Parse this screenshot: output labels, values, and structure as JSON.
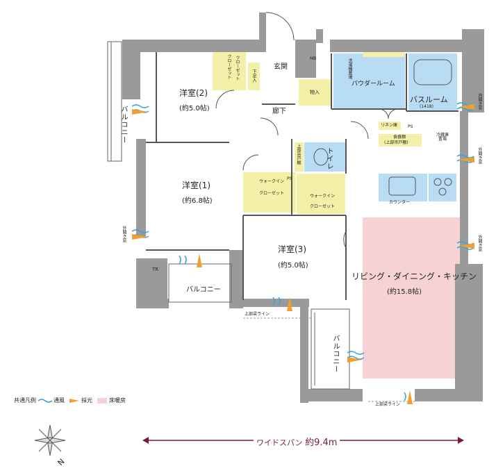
{
  "rooms": {
    "western2": {
      "name": "洋室(2)",
      "area": "(約5.0帖)"
    },
    "western1": {
      "name": "洋室(1)",
      "area": "(約6.8帖)"
    },
    "western3": {
      "name": "洋室(3)",
      "area": "(約5.0帖)"
    },
    "ldk": {
      "name": "リビング・ダイニング・キッチン",
      "area": "(約15.8帖)"
    },
    "bath": {
      "name": "バスルーム",
      "size": "(1418)"
    },
    "powder": "パウダールーム",
    "toilet": "トイレ",
    "entrance": "玄関",
    "hallway": "廊下",
    "storage": "物入",
    "mb": "MB",
    "tr": "TR",
    "counter": "カウンター"
  },
  "closets": {
    "closet_a": "クローゼット",
    "closet_b": "クローゼット",
    "shoe": "下足入",
    "wic1": "ウォークイン",
    "wic1b": "クローゼット",
    "wic2": "ウォークイン",
    "wic2b": "クローゼット",
    "upper_storage": "上部吊戸棚",
    "linen": "リネン庫",
    "ps": "PS",
    "ps2": "PS",
    "tableware": "食器棚",
    "tableware_sub": "(上部吊戸棚)",
    "fridge": "冷蔵庫置場",
    "washer": "洗濯機置場"
  },
  "balconies": {
    "left": "バルコニー",
    "bottom_left": "バルコニー",
    "bottom_right": "バルコニー"
  },
  "windows": {
    "inner": "内開き窓",
    "outer1": "外開き窓",
    "outer2": "外開き窓",
    "outer3": "外開き窓"
  },
  "lines": {
    "upper_beam1": "上部梁ライン",
    "upper_beam2": "上部梁ライン"
  },
  "legend": {
    "title": "共通凡例",
    "wind": "通風",
    "light": "採光",
    "floor_heating": "床暖房"
  },
  "span": {
    "label": "ワイドスパン",
    "value": "約9.4m"
  },
  "compass": "N",
  "colors": {
    "wet": "#b9dcf5",
    "storage": "#f5f0a8",
    "heating": "#f7d2d4",
    "wall": "#9a9a9a",
    "accent": "#7a1a3a",
    "wind": "#3aa3d8",
    "light": "#f0a030"
  }
}
